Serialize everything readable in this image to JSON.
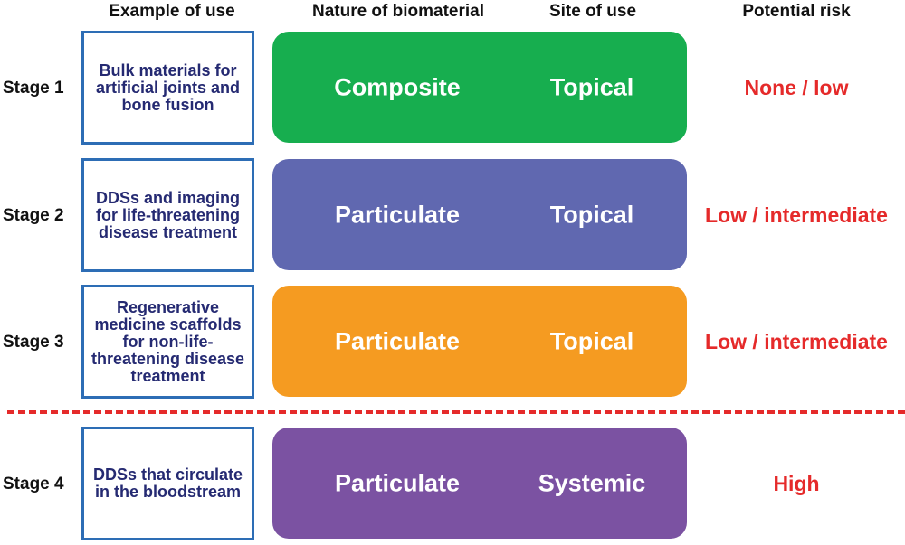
{
  "headers": {
    "example": "Example of use",
    "nature": "Nature of biomaterial",
    "site": "Site of use",
    "risk": "Potential risk"
  },
  "stages": [
    {
      "label": "Stage 1",
      "example": "Bulk materials for artificial joints and bone fusion",
      "nature": "Composite",
      "site": "Topical",
      "risk": "None / low",
      "color": "#17ae4f"
    },
    {
      "label": "Stage 2",
      "example": "DDSs and imaging for life-threatening disease treatment",
      "nature": "Particulate",
      "site": "Topical",
      "risk": "Low / intermediate",
      "color": "#6068b0"
    },
    {
      "label": "Stage 3",
      "example": "Regenerative medicine scaffolds for non-life-threatening disease treatment",
      "nature": "Particulate",
      "site": "Topical",
      "risk": "Low / intermediate",
      "color": "#f59b21"
    },
    {
      "label": "Stage 4",
      "example": "DDSs that circulate in the bloodstream",
      "nature": "Particulate",
      "site": "Systemic",
      "risk": "High",
      "color": "#7b52a2"
    }
  ],
  "colors": {
    "box_border": "#2d6db5",
    "box_text": "#252a72",
    "risk_text": "#e52a2a",
    "divider": "#e52a2a"
  }
}
